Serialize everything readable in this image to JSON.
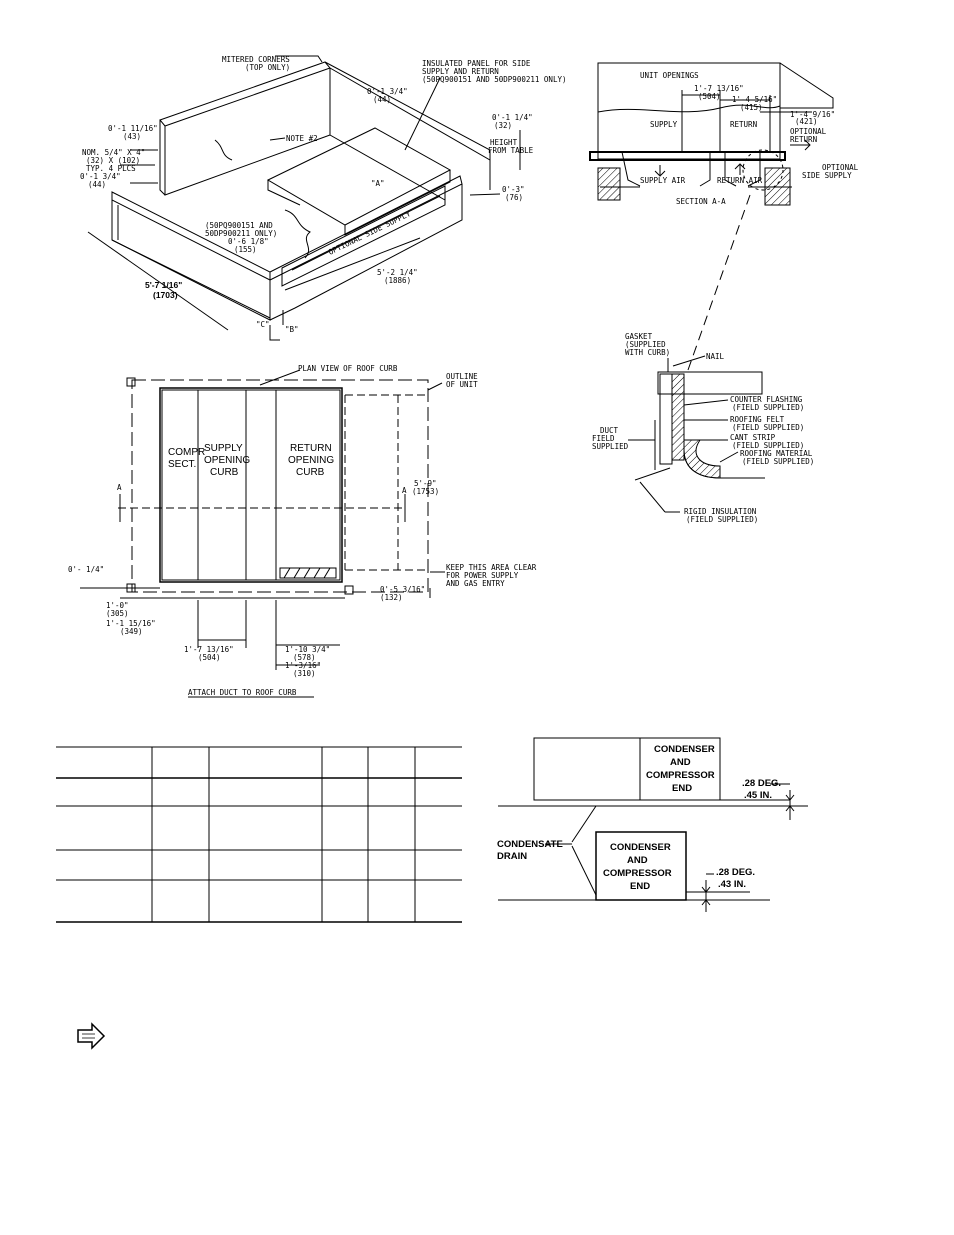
{
  "curb_iso": {
    "mitered_corners": "MITERED CORNERS",
    "mitered_corners_sub": "(TOP ONLY)",
    "insulated_panel_1": "INSULATED PANEL FOR SIDE",
    "insulated_panel_2": "SUPPLY AND RETURN",
    "insulated_panel_3": "(50PQ900151 AND 50DP900211 ONLY)",
    "dim_0_1_34_top": "0'-1 3/4\"",
    "dim_44_top": "(44)",
    "dim_0_1_14": "0'-1 1/4\"",
    "dim_32": "(32)",
    "height_from_table_1": "HEIGHT",
    "height_from_table_2": "FROM TABLE",
    "dim_0_1_1116": "0'-1 11/16\"",
    "dim_43": "(43)",
    "note2": "NOTE #2",
    "nom_1": "NOM. 5/4\" X 4\"",
    "nom_2": "(32) X (102)",
    "nom_3": "TYP. 4 PLCS",
    "dim_0_1_34_left": "0'-1 3/4\"",
    "dim_44_left": "(44)",
    "label_a": "\"A\"",
    "dim_0_3": "0'-3\"",
    "dim_76": "(76)",
    "models_1": "(50PQ900151 AND",
    "models_2": "50DP900211 ONLY)",
    "dim_0_6_18": "0'-6 1/8\"",
    "dim_155": "(155)",
    "optional_side_supply": "OPTIONAL SIDE SUPPLY",
    "dim_5_2_14": "5'-2 1/4\"",
    "dim_1886": "(1886)",
    "dim_5_7_116": "5'-7 1/16\"",
    "dim_1703": "(1703)",
    "label_c": "\"C\"",
    "label_b": "\"B\""
  },
  "plan": {
    "plan_view": "PLAN VIEW OF ROOF CURB",
    "outline_1": "OUTLINE",
    "outline_2": "OF UNIT",
    "compr_1": "COMPR",
    "compr_2": "SECT.",
    "supply_1": "SUPPLY",
    "supply_2": "OPENING",
    "supply_3": "CURB",
    "return_1": "RETURN",
    "return_2": "OPENING",
    "return_3": "CURB",
    "a_left": "A",
    "a_right": "A",
    "dim_5_9": "5'-9\"",
    "dim_1753": "(1753)",
    "dim_0_14": "0'- 1/4\"",
    "keep_1": "KEEP THIS AREA CLEAR",
    "keep_2": "FOR POWER SUPPLY",
    "keep_3": "AND GAS ENTRY",
    "dim_0_5_316": "0'-5 3/16\"",
    "dim_132": "(132)",
    "dim_1_0": "1'-0\"",
    "dim_305": "(305)",
    "dim_1_1_1516": "1'-1 15/16\"",
    "dim_349": "(349)",
    "dim_1_7_1316": "1'-7 13/16\"",
    "dim_504": "(504)",
    "dim_1_10_34": "1'-10 3/4\"",
    "dim_578": "(578)",
    "dim_1_316": "1'-3/16\"",
    "dim_310": "(310)",
    "attach": "ATTACH DUCT TO ROOF CURB"
  },
  "section": {
    "unit_openings": "UNIT OPENINGS",
    "dim_1_7_1316": "1'-7 13/16\"",
    "dim_504": "(504)",
    "dim_1_4_516": "1'-4 5/16\"",
    "dim_415": "(415)",
    "dim_1_4_916": "1'-4 9/16\"",
    "dim_421": "(421)",
    "supply": "SUPPLY",
    "return": "RETURN",
    "optional_return_1": "OPTIONAL",
    "optional_return_2": "RETURN",
    "supply_air": "SUPPLY AIR",
    "return_air": "RETURN AIR",
    "optional_side_1": "OPTIONAL",
    "optional_side_2": "SIDE SUPPLY",
    "section_aa": "SECTION A-A"
  },
  "detail": {
    "gasket_1": "GASKET",
    "gasket_2": "(SUPPLIED",
    "gasket_3": "WITH CURB)",
    "nail": "NAIL",
    "counter_1": "COUNTER FLASHING",
    "counter_2": "(FIELD SUPPLIED)",
    "felt_1": "ROOFING FELT",
    "felt_2": "(FIELD SUPPLIED)",
    "cant_1": "CANT STRIP",
    "cant_2": "(FIELD SUPPLIED)",
    "roofmat_1": "ROOFING MATERIAL",
    "roofmat_2": "(FIELD SUPPLIED)",
    "duct_1": "DUCT",
    "duct_2": "FIELD",
    "duct_3": "SUPPLIED",
    "rigid_1": "RIGID INSULATION",
    "rigid_2": "(FIELD SUPPLIED)"
  },
  "slope": {
    "ce_top_1": "CONDENSER",
    "ce_top_2": "AND",
    "ce_top_3": "COMPRESSOR",
    "ce_top_4": "END",
    "deg_top": ".28 DEG.",
    "in_top": ".45 IN.",
    "condensate_1": "CONDENSATE",
    "condensate_2": "DRAIN",
    "ce_bot_1": "CONDENSER",
    "ce_bot_2": "AND",
    "ce_bot_3": "COMPRESSOR",
    "ce_bot_4": "END",
    "deg_bot": ".28 DEG.",
    "in_bot": ".43 IN."
  }
}
